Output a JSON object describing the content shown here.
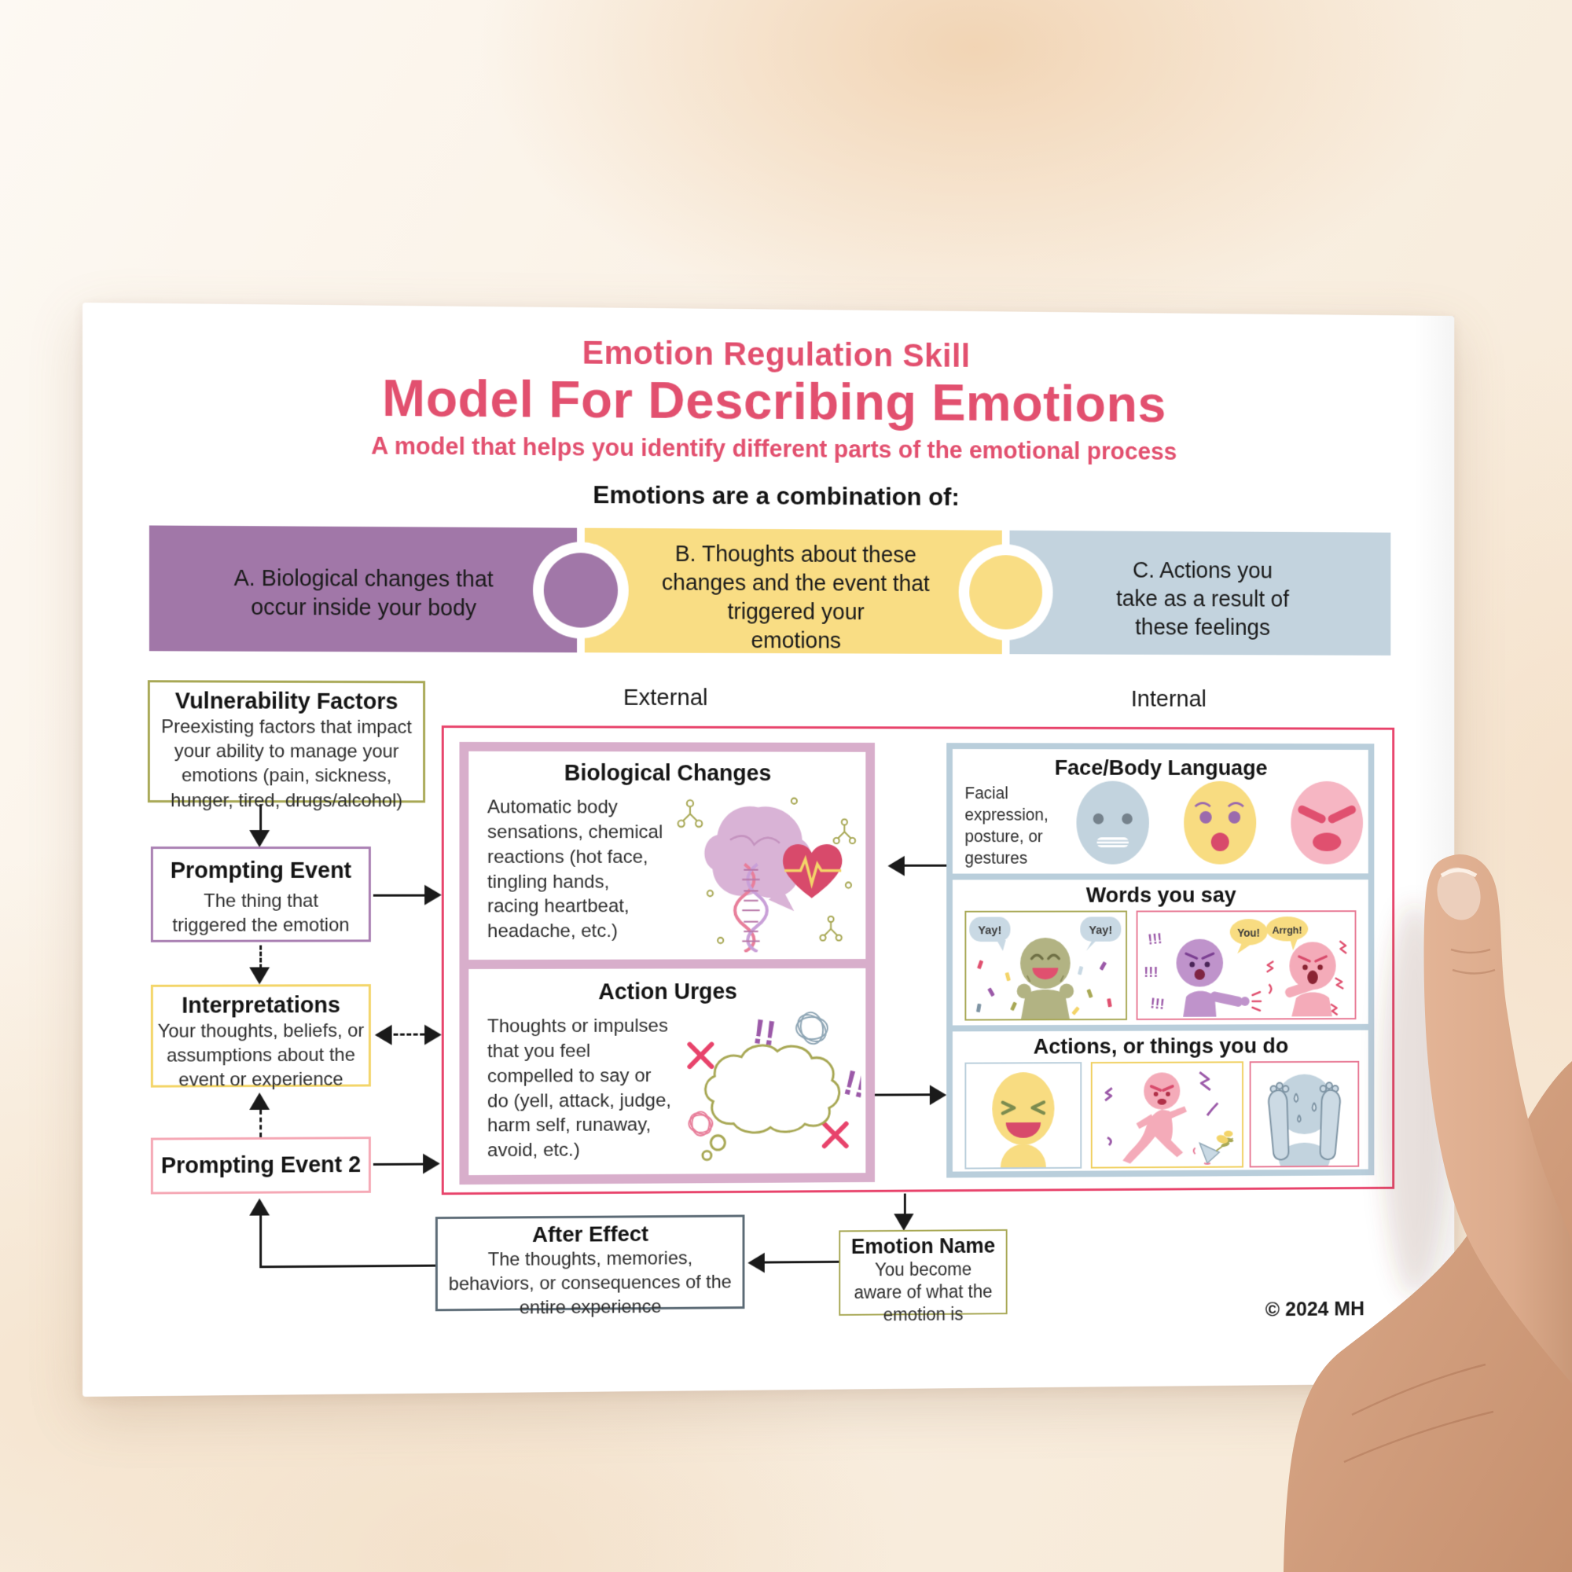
{
  "header": {
    "kicker": "Emotion Regulation Skill",
    "title": "Model For Describing Emotions",
    "subtitle": "A model that helps you identify different parts of the emotional process",
    "combination_heading": "Emotions are a combination of:"
  },
  "colors": {
    "accent_pink": "#e2506f",
    "outer_frame_pink": "#e8436b",
    "puzzle_purple": "#a177a8",
    "puzzle_yellow": "#f9dd84",
    "puzzle_blue": "#c3d3de",
    "olive_border": "#a8a855",
    "purple_border": "#a97fb2",
    "yellow_border": "#f3d569",
    "pink_border": "#f5a8b5",
    "mauve_border": "#d8aecb",
    "blue_border": "#b9cedb",
    "slate_border": "#5c6b76"
  },
  "puzzle": {
    "pieces": [
      {
        "text": "A.   Biological changes that\noccur inside your body"
      },
      {
        "text": "B.   Thoughts about these\nchanges and the event that\ntriggered your\nemotions"
      },
      {
        "text": "C.   Actions you\ntake as a result of\nthese feelings"
      }
    ]
  },
  "labels": {
    "external": "External",
    "internal": "Internal"
  },
  "flow": {
    "vulnerability_factors": {
      "title": "Vulnerability Factors",
      "body": "Preexisting factors that impact\nyour ability to manage your\nemotions (pain, sickness,\nhunger, tired, drugs/alcohol)"
    },
    "prompting_event": {
      "title": "Prompting Event",
      "body": "The thing that\ntriggered the emotion"
    },
    "interpretations": {
      "title": "Interpretations",
      "body": "Your thoughts, beliefs, or\nassumptions about the\nevent or experience"
    },
    "prompting_event_2": {
      "title": "Prompting Event 2"
    },
    "after_effect": {
      "title": "After Effect",
      "body": "The thoughts, memories,\nbehaviors, or consequences of the\nentire experience"
    },
    "emotion_name": {
      "title": "Emotion Name",
      "body": "You become\naware of what the\nemotion is"
    }
  },
  "external_box": {
    "biological_changes": {
      "title": "Biological Changes",
      "body": "Automatic body\nsensations, chemical\nreactions (hot face,\ntingling hands,\nracing heartbeat,\nheadache, etc.)"
    },
    "action_urges": {
      "title": "Action Urges",
      "body": "Thoughts or impulses\nthat you feel\ncompelled to say or\ndo (yell, attack, judge,\nharm self, runaway,\navoid, etc.)"
    }
  },
  "internal_box": {
    "face_body_language": {
      "title": "Face/Body Language",
      "body": "Facial\nexpression,\nposture, or\ngestures"
    },
    "words_you_say": {
      "title": "Words you say",
      "speech": {
        "yay": "Yay!",
        "you": "You!",
        "arrgh": "Arrgh!",
        "exclamations": "!!!"
      }
    },
    "actions_things": {
      "title": "Actions, or things you do"
    }
  },
  "illustrations": {
    "double_exclamation": "!!"
  },
  "footer": {
    "copyright": "© 2024 MH"
  }
}
